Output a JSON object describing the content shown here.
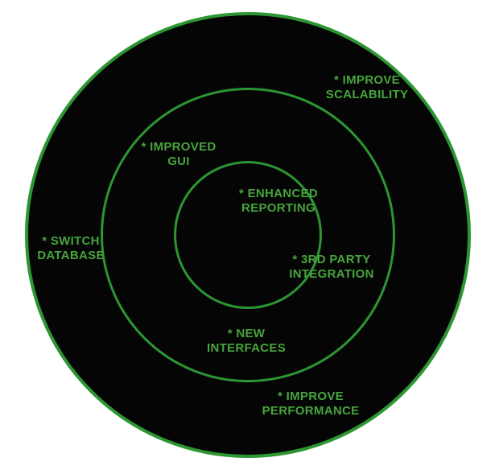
{
  "diagram": {
    "type": "target-rings",
    "background_color": "#ffffff",
    "fill_color": "#050505",
    "ring_stroke_color": "#2c9632",
    "label_color": "#46a53c",
    "rings": [
      {
        "name": "inner",
        "items": [
          "* ENHANCED REPORTING"
        ]
      },
      {
        "name": "middle",
        "items": [
          "* IMPROVED GUI",
          "* 3RD PARTY INTEGRATION",
          "* NEW INTERFACES"
        ]
      },
      {
        "name": "outer",
        "items": [
          "* IMPROVE SCALABILITY",
          "* SWITCH DATABASE",
          "* IMPROVE PERFORMANCE"
        ]
      }
    ],
    "labels": [
      {
        "id": "improve-scalability",
        "ring": "outer",
        "lines": [
          "* IMPROVE",
          "SCALABILITY"
        ]
      },
      {
        "id": "improved-gui",
        "ring": "middle",
        "lines": [
          "* IMPROVED",
          "GUI"
        ]
      },
      {
        "id": "enhanced-reporting",
        "ring": "inner",
        "lines": [
          "* ENHANCED",
          "REPORTING"
        ]
      },
      {
        "id": "switch-database",
        "ring": "outer",
        "lines": [
          "* SWITCH",
          "DATABASE"
        ]
      },
      {
        "id": "3rd-party-integration",
        "ring": "middle",
        "lines": [
          "* 3RD PARTY",
          "INTEGRATION"
        ]
      },
      {
        "id": "new-interfaces",
        "ring": "middle",
        "lines": [
          "* NEW",
          "INTERFACES"
        ]
      },
      {
        "id": "improve-performance",
        "ring": "outer",
        "lines": [
          "* IMPROVE",
          "PERFORMANCE"
        ]
      }
    ]
  }
}
